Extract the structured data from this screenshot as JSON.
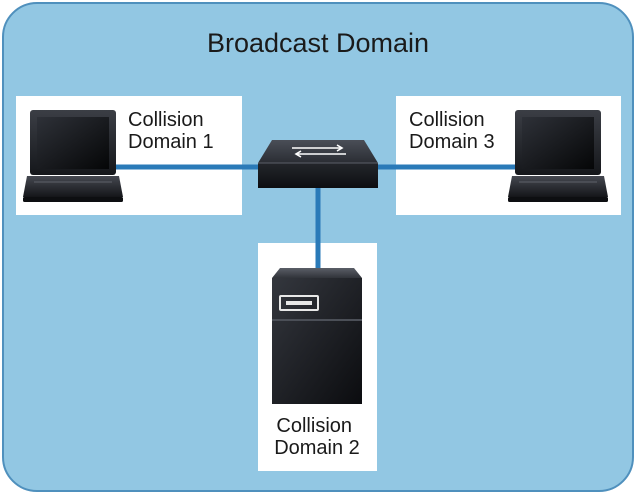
{
  "broadcast_domain": {
    "title": "Broadcast Domain"
  },
  "collision_domains": {
    "cd1": {
      "line1": "Collision",
      "line2": "Domain 1"
    },
    "cd2": {
      "line1": "Collision",
      "line2": "Domain 2"
    },
    "cd3": {
      "line1": "Collision",
      "line2": "Domain 3"
    }
  },
  "colors": {
    "broadcast_background": "#92c7e3",
    "broadcast_border": "#4f90bd",
    "collision_box": "#ffffff",
    "link": "#2a7ab8",
    "device_dark": "#1d1f24"
  }
}
